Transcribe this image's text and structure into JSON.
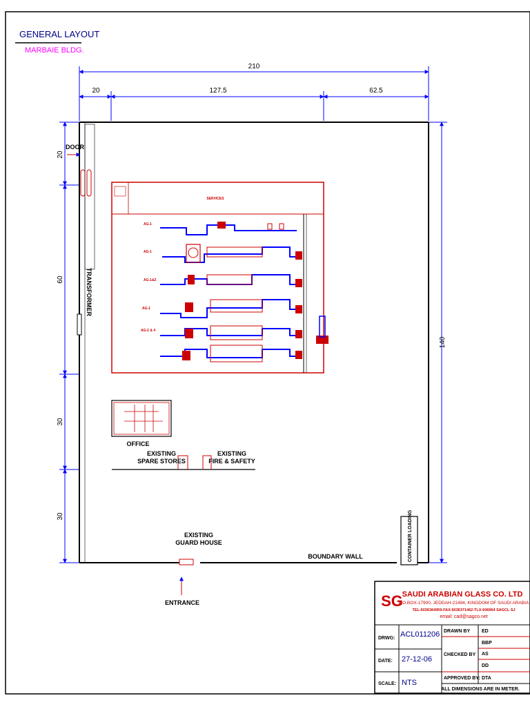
{
  "title": {
    "main": "GENERAL LAYOUT",
    "sub": "MARBAIE BLDG."
  },
  "dimensions": {
    "overall_width": "210",
    "seg_left": "20",
    "seg_mid": "127.5",
    "seg_right": "62.5",
    "vert_20": "20",
    "vert_60": "60",
    "vert_30a": "30",
    "vert_30b": "30",
    "overall_height": "140"
  },
  "labels": {
    "door": "DOOR",
    "transformer": "TRANSFORMER",
    "office": "OFFICE",
    "spare_stores_1": "EXISTING",
    "spare_stores_2": "SPARE STORES",
    "fire_safety_1": "EXISTING",
    "fire_safety_2": "FIRE & SAFETY",
    "guard_house_1": "EXISTING",
    "guard_house_2": "GUARD HOUSE",
    "boundary_wall": "BOUNDARY WALL",
    "entrance": "ENTRANCE",
    "container_loading": "CONTAINER LOADING"
  },
  "plant": {
    "services": "SERVICES",
    "line_labels": [
      "AG-1",
      "AG-1",
      "AG-1&2",
      "AG-1",
      "AG-2 & 4"
    ]
  },
  "title_block": {
    "company": "SAUDI ARABIAN GLASS CO. LTD",
    "address": "P.O.BOX-17900, JEDDAH-21494, KINGDOM OF SAUDI ARABIA",
    "tel": "TEL:6036364959-FAX:6036371462-TLX:606964 SAGCL SJ",
    "email": "email: cad@sagco.net",
    "drwg_label": "DRWG:",
    "drwg_value": "ACL011206",
    "date_label": "DATE:",
    "date_value": "27-12-06",
    "scale_label": "SCALE:",
    "scale_value": "NTS",
    "drawn_by_label": "DRAWN BY",
    "drawn_by_value": "ED",
    "checked_by_label": "CHECKED BY",
    "checked_values": [
      "BBP",
      "AS",
      "DD"
    ],
    "approved_by_label": "APPROVED BY:",
    "approved_by_value": "DTA",
    "note": "ALL DIMENSIONS ARE IN METER."
  }
}
